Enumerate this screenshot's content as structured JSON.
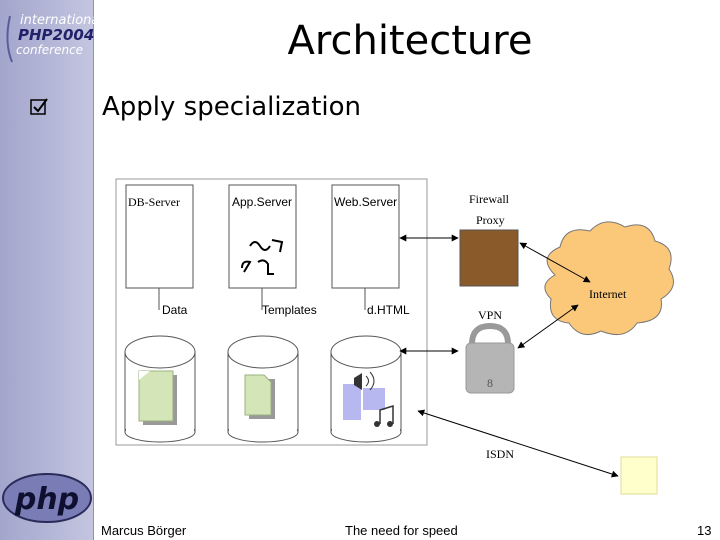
{
  "header": {
    "conference_logo": [
      "international",
      "PHP2004",
      "conference"
    ],
    "title": "Architecture"
  },
  "bullet": {
    "icon": "checkbox-checked-icon",
    "text": "Apply specialization"
  },
  "diagram": {
    "servers": {
      "db_server": "DB-Server",
      "app_server": "App.Server",
      "web_server": "Web.Server"
    },
    "firewall": "Firewall",
    "proxy": "Proxy",
    "internet": "Internet",
    "vpn": "VPN",
    "isdn": "ISDN",
    "stores": {
      "data": "Data",
      "templates": "Templates",
      "dhtml": "d.HTML"
    },
    "colors": {
      "proxy_fill": "#8b5a2b",
      "cloud_fill": "#fbc87a",
      "doc_fill": "#d4e6b8",
      "isdn_box": "#ffffcc",
      "dhtml_fill": "#b8b8f0"
    }
  },
  "footer": {
    "author": "Marcus Börger",
    "center": "The need for speed",
    "page": "13"
  },
  "logo_text": "php"
}
